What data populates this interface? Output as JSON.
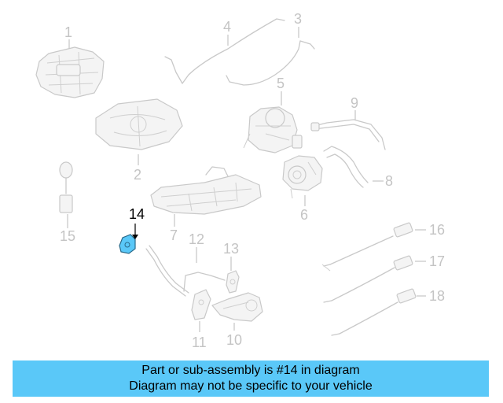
{
  "diagram": {
    "highlighted_part": "14",
    "highlight_color": "#5ac8f8",
    "callouts": [
      "1",
      "2",
      "3",
      "4",
      "5",
      "6",
      "7",
      "8",
      "9",
      "10",
      "11",
      "12",
      "13",
      "14",
      "15",
      "16",
      "17",
      "18"
    ]
  },
  "banner": {
    "line1": "Part or sub-assembly is #14 in diagram",
    "line2": "Diagram may not be specific to your vehicle",
    "background": "#5ac8f8"
  }
}
